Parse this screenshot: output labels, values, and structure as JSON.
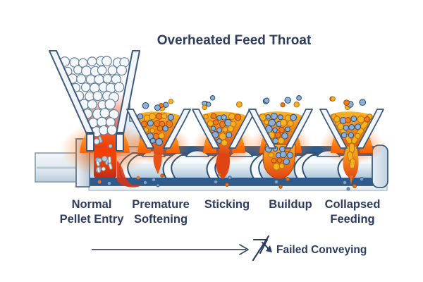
{
  "title": "Overheated Feed Throat",
  "stages": [
    {
      "name": "normal-pellet-entry",
      "line1": "Normal",
      "line2": "Pellet Entry"
    },
    {
      "name": "premature-softening",
      "line1": "Premature",
      "line2": "Softening"
    },
    {
      "name": "sticking",
      "line1": "Sticking",
      "line2": ""
    },
    {
      "name": "buildup",
      "line1": "Buildup",
      "line2": ""
    },
    {
      "name": "collapsed-feeding",
      "line1": "Collapsed",
      "line2": "Feeding"
    }
  ],
  "flow": {
    "label": "Failed Conveying",
    "icon": "broken-arrow-icon"
  },
  "colors": {
    "text_navy": "#2d3c5e",
    "barrel_blue": "#2e5a8c",
    "steel_light": "#e9f0f7",
    "molten_top": "#f9b425",
    "molten_deep": "#e04412",
    "hot_red": "#d93315",
    "pellet_blue": "#8fb0d4",
    "pellet_yellow": "#f7b223",
    "pellet_white": "#f5f8fb",
    "glow_orange": "#ff3a00"
  }
}
